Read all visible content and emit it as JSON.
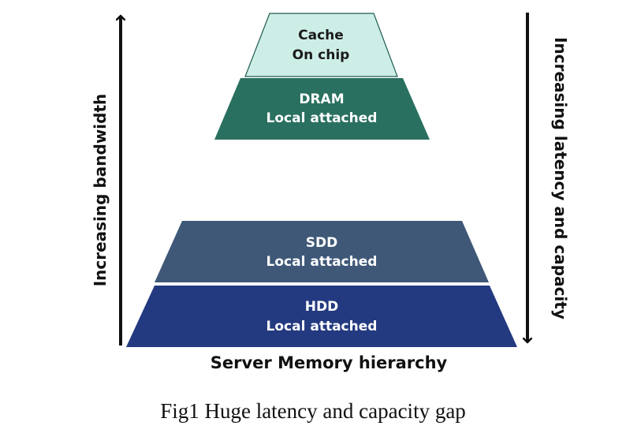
{
  "diagram": {
    "tiers": [
      {
        "id": "cache",
        "line1": "Cache",
        "line2": "On chip",
        "fill": "#cdeee6",
        "text_color": "#1a1a1a"
      },
      {
        "id": "dram",
        "line1": "DRAM",
        "line2": "Local attached",
        "fill": "#2a7060",
        "text_color": "#ffffff"
      },
      {
        "id": "sdd",
        "line1": "SDD",
        "line2": "Local attached",
        "fill": "#3f5878",
        "text_color": "#ffffff"
      },
      {
        "id": "hdd",
        "line1": "HDD",
        "line2": "Local attached",
        "fill": "#233a80",
        "text_color": "#ffffff"
      }
    ],
    "left_axis_label": "Increasing bandwidth",
    "right_axis_label": "Increasing latency and capacity",
    "hierarchy_title": "Server Memory hierarchy"
  },
  "caption": "Fig1 Huge latency and capacity gap"
}
